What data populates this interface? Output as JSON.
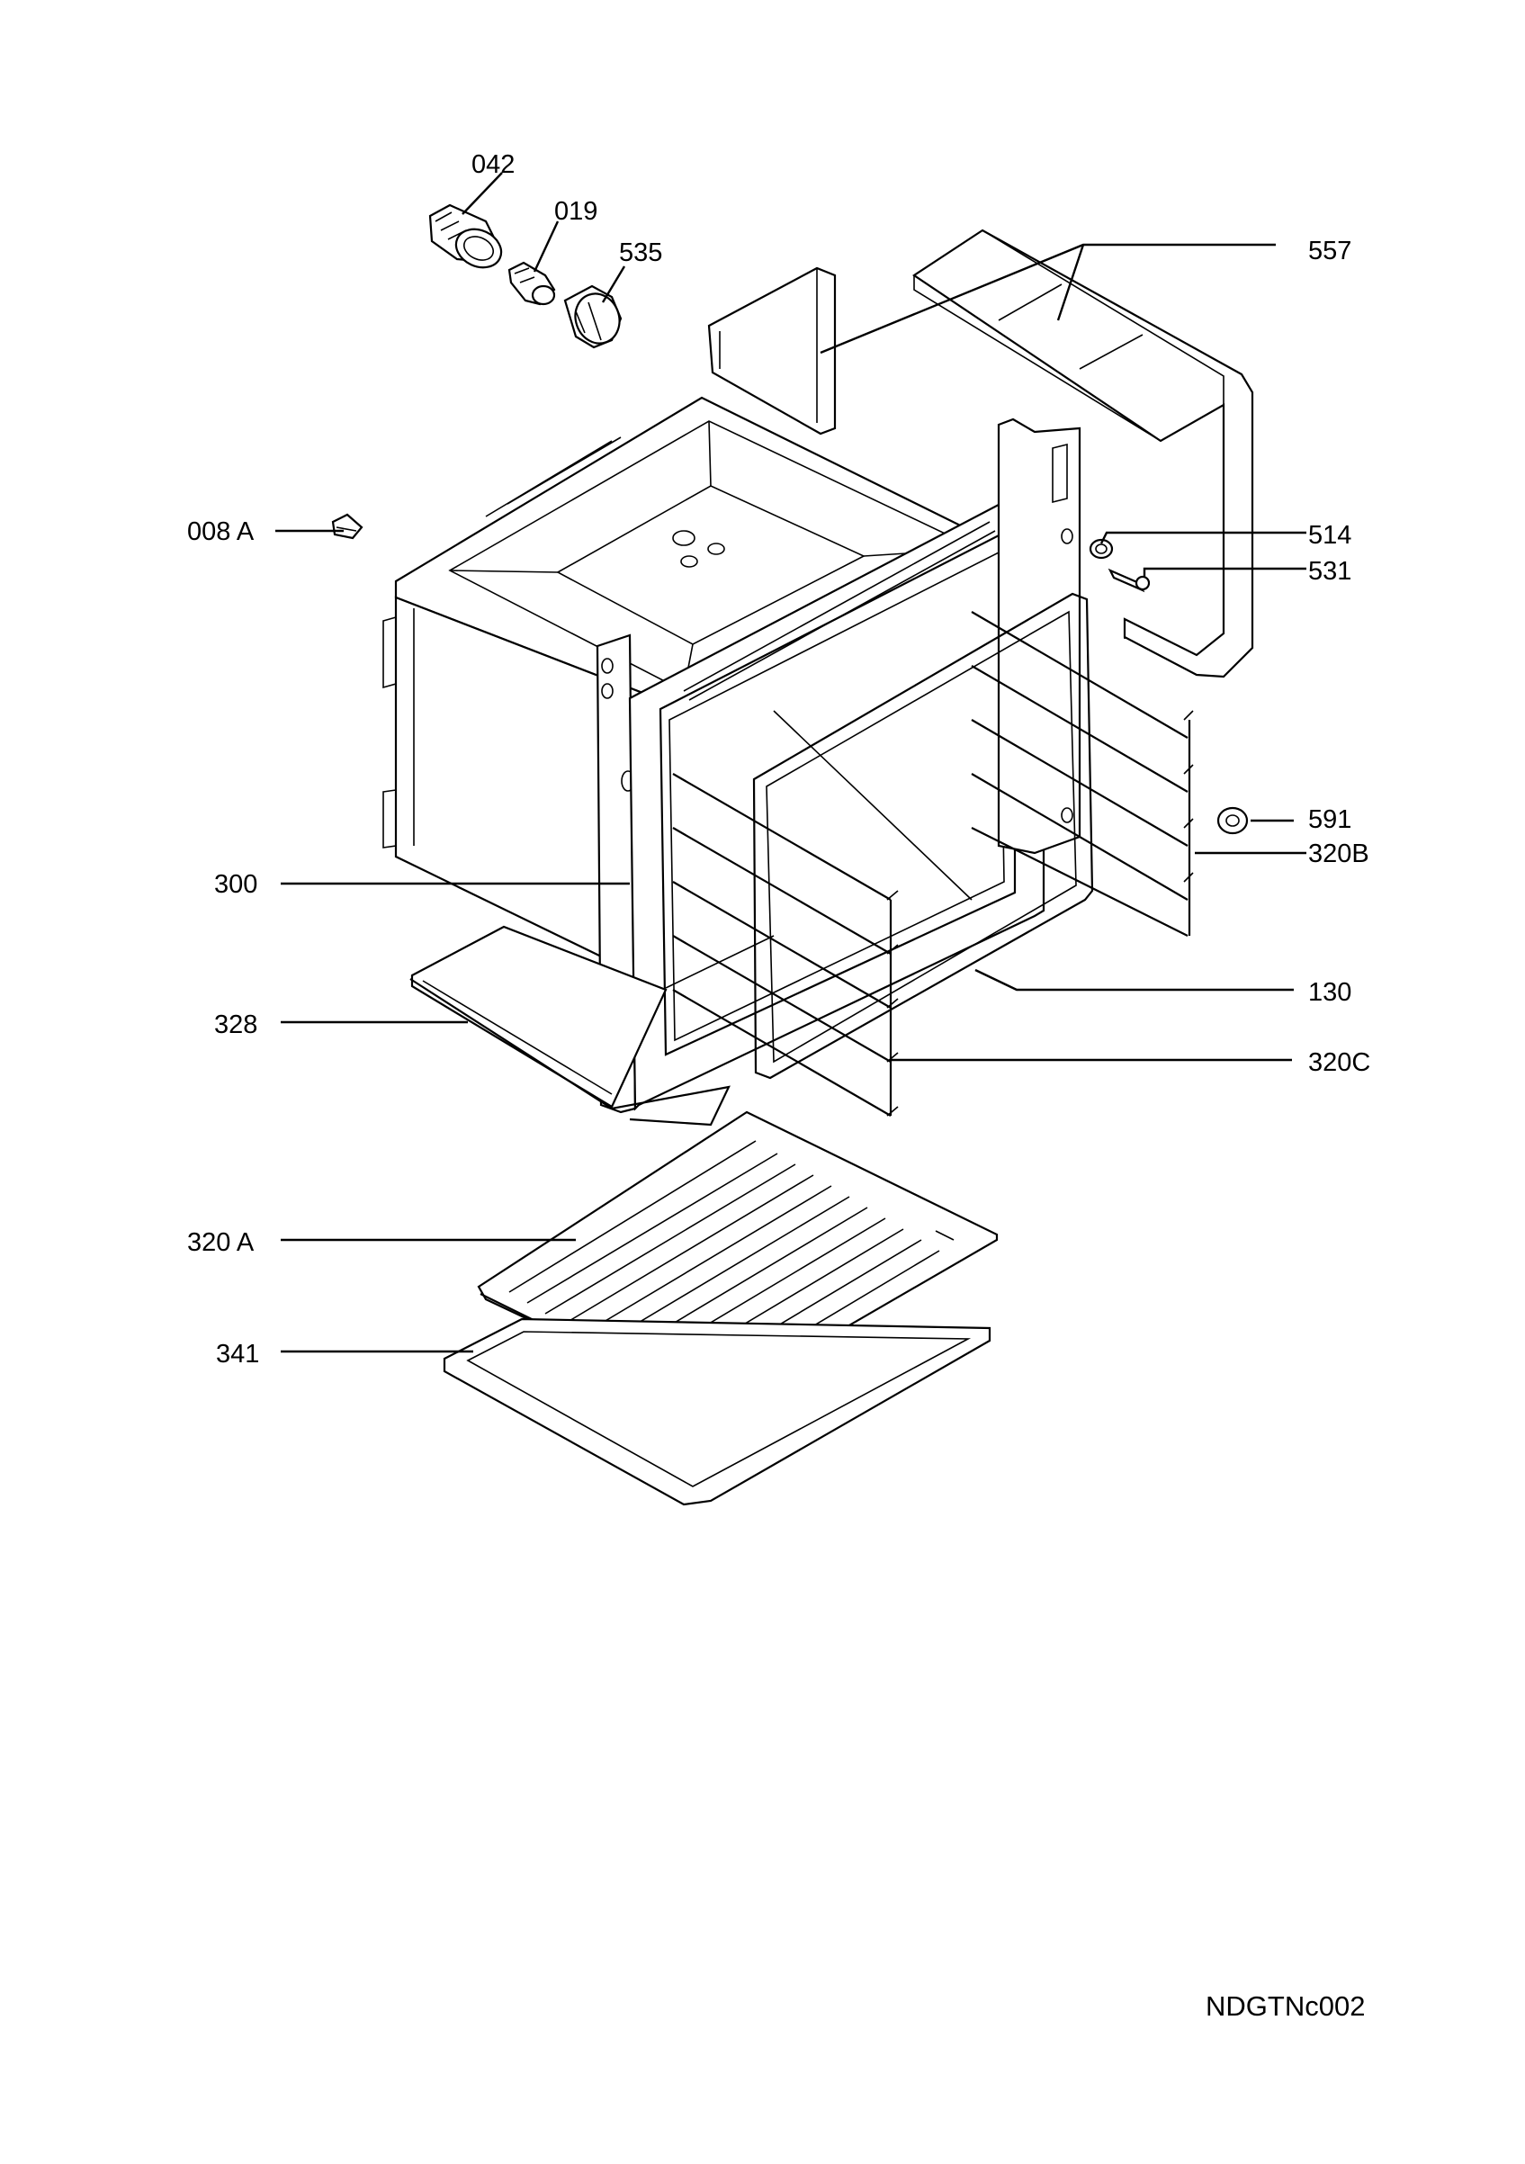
{
  "diagram": {
    "callouts": [
      {
        "id": "042",
        "label": "042"
      },
      {
        "id": "019",
        "label": "019"
      },
      {
        "id": "535",
        "label": "535"
      },
      {
        "id": "557",
        "label": "557"
      },
      {
        "id": "008A",
        "label": "008 A"
      },
      {
        "id": "514",
        "label": "514"
      },
      {
        "id": "531",
        "label": "531"
      },
      {
        "id": "591",
        "label": "591"
      },
      {
        "id": "320B",
        "label": "320B"
      },
      {
        "id": "300",
        "label": "300"
      },
      {
        "id": "130",
        "label": "130"
      },
      {
        "id": "328",
        "label": "328"
      },
      {
        "id": "320C",
        "label": "320C"
      },
      {
        "id": "320A",
        "label": "320 A"
      },
      {
        "id": "341",
        "label": "341"
      }
    ],
    "reference_code": "NDGTNc002"
  }
}
